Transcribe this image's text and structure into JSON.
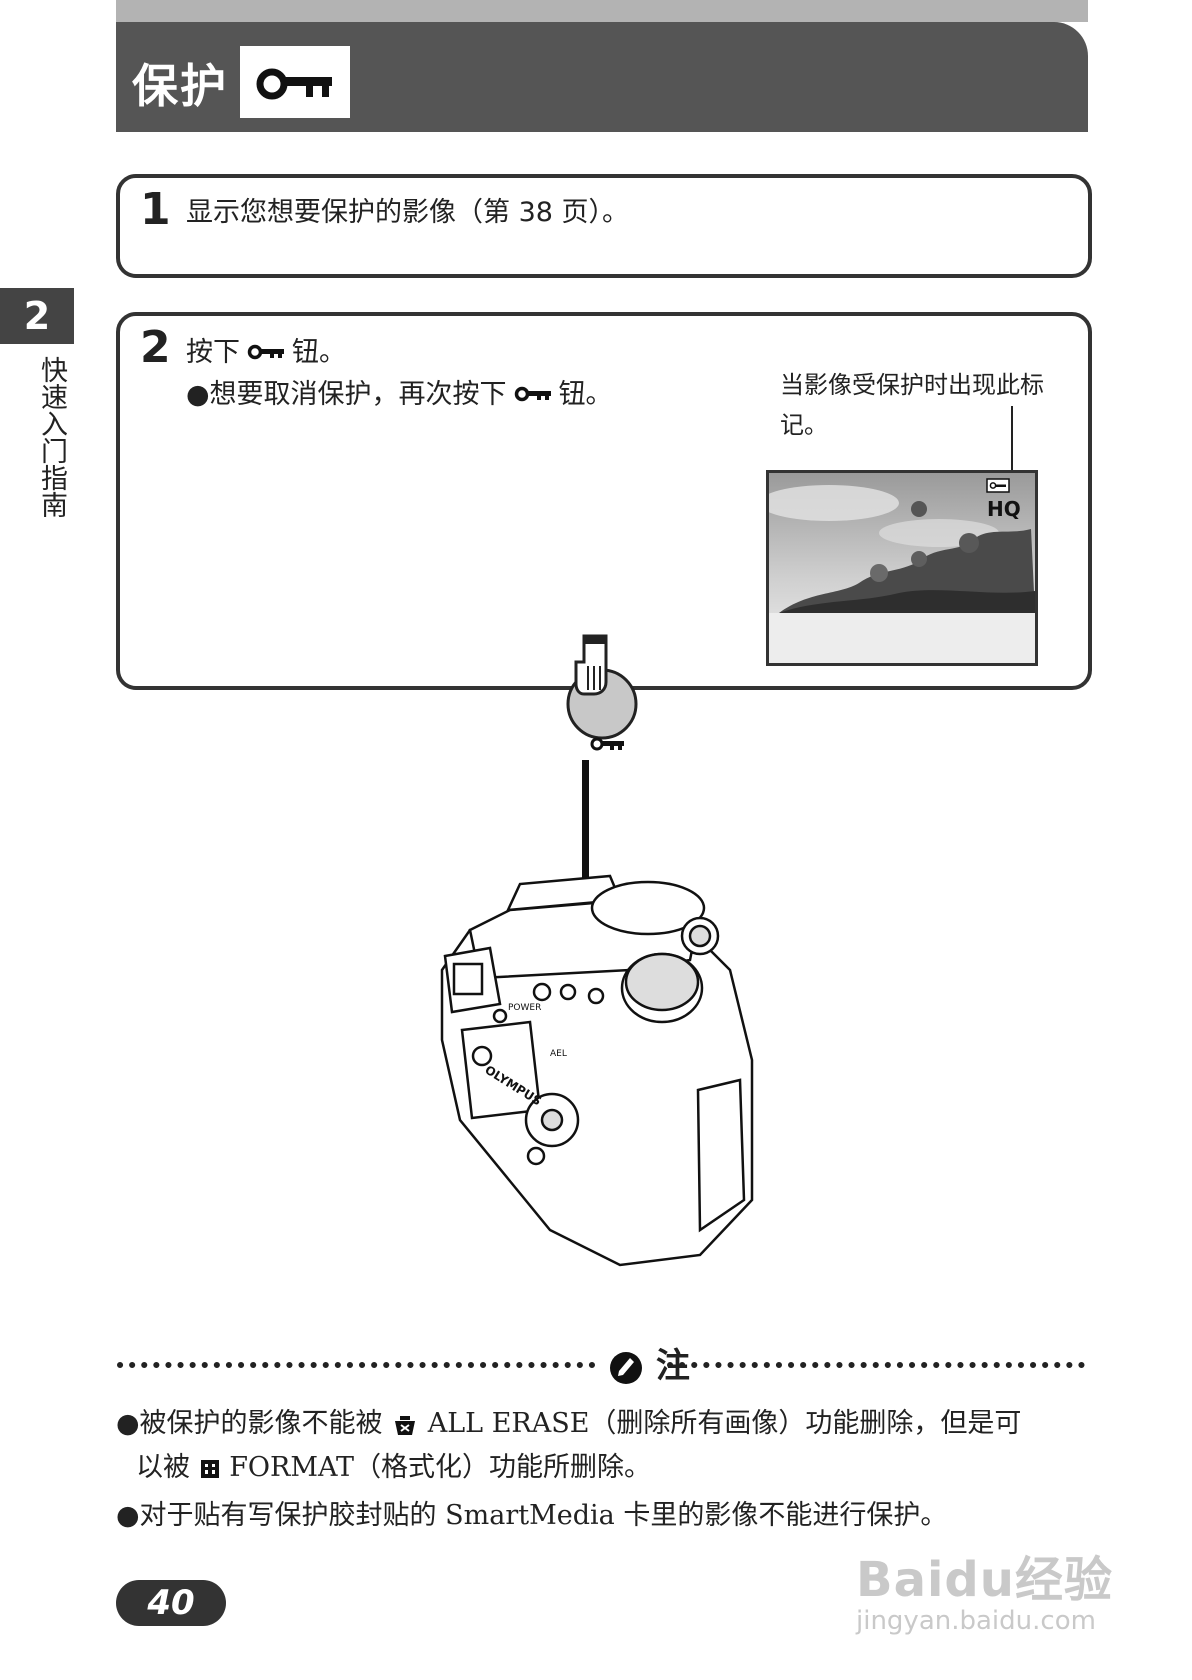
{
  "header": {
    "title": "保护"
  },
  "sidebar": {
    "chapter_number": "2",
    "chapter_title": "快速入门指南"
  },
  "step1": {
    "number": "1",
    "text": "显示您想要保护的影像（第 38 页）。"
  },
  "step2": {
    "number": "2",
    "text_before": "按下",
    "text_after": "钮。",
    "bullet_before": "●想要取消保护，再次按下",
    "bullet_after": "钮。",
    "caption": "当影像受保护时出现此标记。",
    "lcd_quality": "HQ"
  },
  "camera": {
    "power_label": "POWER",
    "brand": "OLYMPUS",
    "ael_label": "AEL"
  },
  "note": {
    "title": "注",
    "items": [
      "●被保护的影像不能被 ALL ERASE（删除所有画像）功能删除，但是可以被 FORMAT（格式化）功能所删除。",
      "●对于贴有写保护胶封贴的 SmartMedia 卡里的影像不能进行保护。"
    ],
    "item1_line1": "●被保护的影像不能被",
    "item1_line1_b": "ALL ERASE（删除所有画像）功能删除，但是可",
    "item1_line2_a": "以被",
    "item1_line2_b": "FORMAT（格式化）功能所删除。",
    "item2": "●对于贴有写保护胶封贴的 SmartMedia 卡里的影像不能进行保护。"
  },
  "page_number": "40",
  "watermark": {
    "brand": "Baidu经验",
    "url": "jingyan.baidu.com"
  },
  "icons": [
    "key-icon",
    "note-icon",
    "erase-all-icon",
    "format-icon",
    "finger-press-icon"
  ]
}
